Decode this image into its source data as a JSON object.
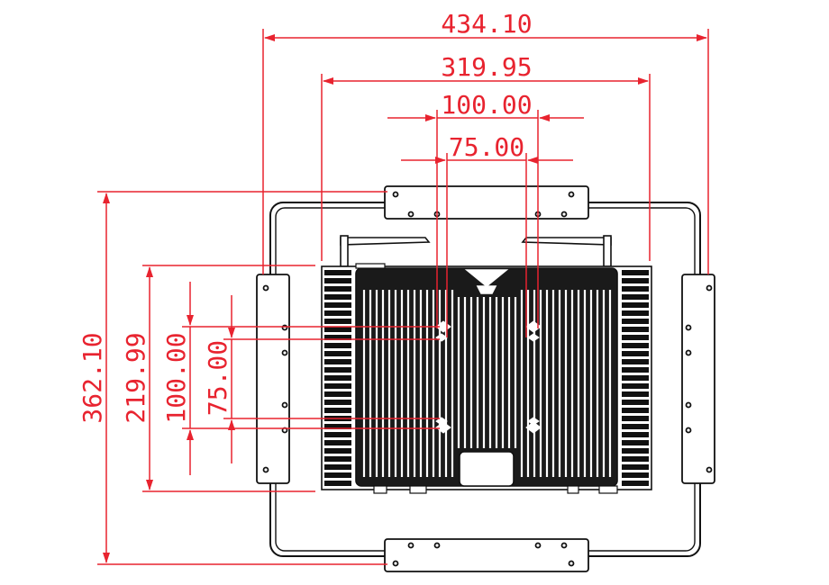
{
  "colors": {
    "dimension": "#e8232f",
    "outline": "#111111",
    "background": "#ffffff"
  },
  "dimensions": {
    "overall_width": "434.10",
    "screen_width": "319.95",
    "vesa_100_h": "100.00",
    "vesa_75_h": "75.00",
    "overall_height": "362.10",
    "screen_height": "219.99",
    "vesa_100_v": "100.00",
    "vesa_75_v": "75.00"
  }
}
